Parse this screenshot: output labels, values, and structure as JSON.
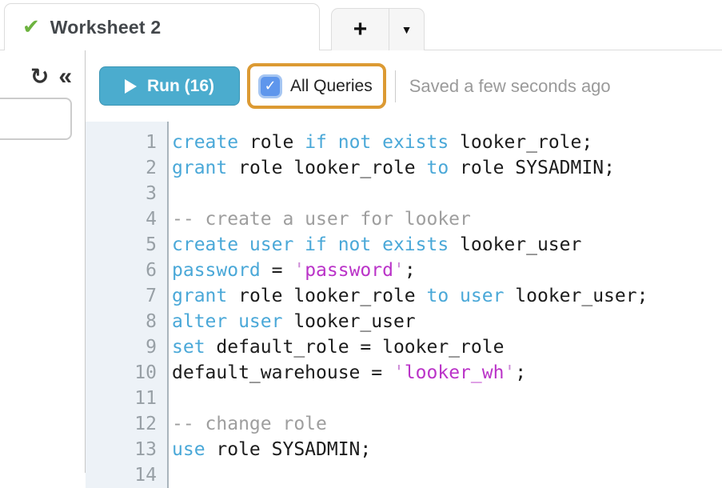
{
  "tab_bar": {
    "active_tab": {
      "label": "Worksheet 2",
      "status_icon": "✔"
    },
    "new_tab_label": "+",
    "tab_menu_label": "▼"
  },
  "sidebar": {
    "refresh_icon": "↻",
    "collapse_icon": "«"
  },
  "toolbar": {
    "run_button_label": "Run (16)",
    "all_queries_label": "All Queries",
    "all_queries_checked": true,
    "checkbox_check_icon": "✓",
    "saved_status": "Saved a few seconds ago"
  },
  "colors": {
    "run_button": "#4bacce",
    "highlight_ring": "#dc9a33",
    "checkbox_fill": "#5e96ec",
    "checkbox_border": "#a6c6f2",
    "tab_check_green": "#6db33f",
    "keyword_blue": "#4aa8d8",
    "string_magenta": "#ba33c8",
    "comment_gray": "#9e9e9e",
    "gutter_bg": "#edf2f7"
  },
  "editor": {
    "lines": [
      {
        "n": "1",
        "tokens": [
          [
            "kw",
            "create"
          ],
          [
            "pl",
            " role "
          ],
          [
            "kw",
            "if not exists"
          ],
          [
            "pl",
            " looker_role;"
          ]
        ]
      },
      {
        "n": "2",
        "tokens": [
          [
            "kw",
            "grant"
          ],
          [
            "pl",
            " role looker_role "
          ],
          [
            "kw",
            "to"
          ],
          [
            "pl",
            " role SYSADMIN;"
          ]
        ]
      },
      {
        "n": "3",
        "tokens": []
      },
      {
        "n": "4",
        "tokens": [
          [
            "com",
            "-- create a user for looker"
          ]
        ]
      },
      {
        "n": "5",
        "tokens": [
          [
            "kw",
            "create user if not exists"
          ],
          [
            "pl",
            " looker_user"
          ]
        ]
      },
      {
        "n": "6",
        "tokens": [
          [
            "kw",
            "password"
          ],
          [
            "pl",
            " = "
          ],
          [
            "strq",
            "'"
          ],
          [
            "str",
            "password"
          ],
          [
            "strq",
            "'"
          ],
          [
            "pl",
            ";"
          ]
        ]
      },
      {
        "n": "7",
        "tokens": [
          [
            "kw",
            "grant"
          ],
          [
            "pl",
            " role looker_role "
          ],
          [
            "kw",
            "to user"
          ],
          [
            "pl",
            " looker_user;"
          ]
        ]
      },
      {
        "n": "8",
        "tokens": [
          [
            "kw",
            "alter user"
          ],
          [
            "pl",
            " looker_user"
          ]
        ]
      },
      {
        "n": "9",
        "tokens": [
          [
            "kw",
            "set"
          ],
          [
            "pl",
            " default_role = looker_role"
          ]
        ]
      },
      {
        "n": "10",
        "tokens": [
          [
            "pl",
            "default_warehouse = "
          ],
          [
            "strq",
            "'"
          ],
          [
            "str",
            "looker_wh"
          ],
          [
            "strq",
            "'"
          ],
          [
            "pl",
            ";"
          ]
        ]
      },
      {
        "n": "11",
        "tokens": []
      },
      {
        "n": "12",
        "tokens": [
          [
            "com",
            "-- change role"
          ]
        ]
      },
      {
        "n": "13",
        "tokens": [
          [
            "kw",
            "use"
          ],
          [
            "pl",
            " role SYSADMIN;"
          ]
        ]
      },
      {
        "n": "14",
        "tokens": []
      }
    ]
  }
}
